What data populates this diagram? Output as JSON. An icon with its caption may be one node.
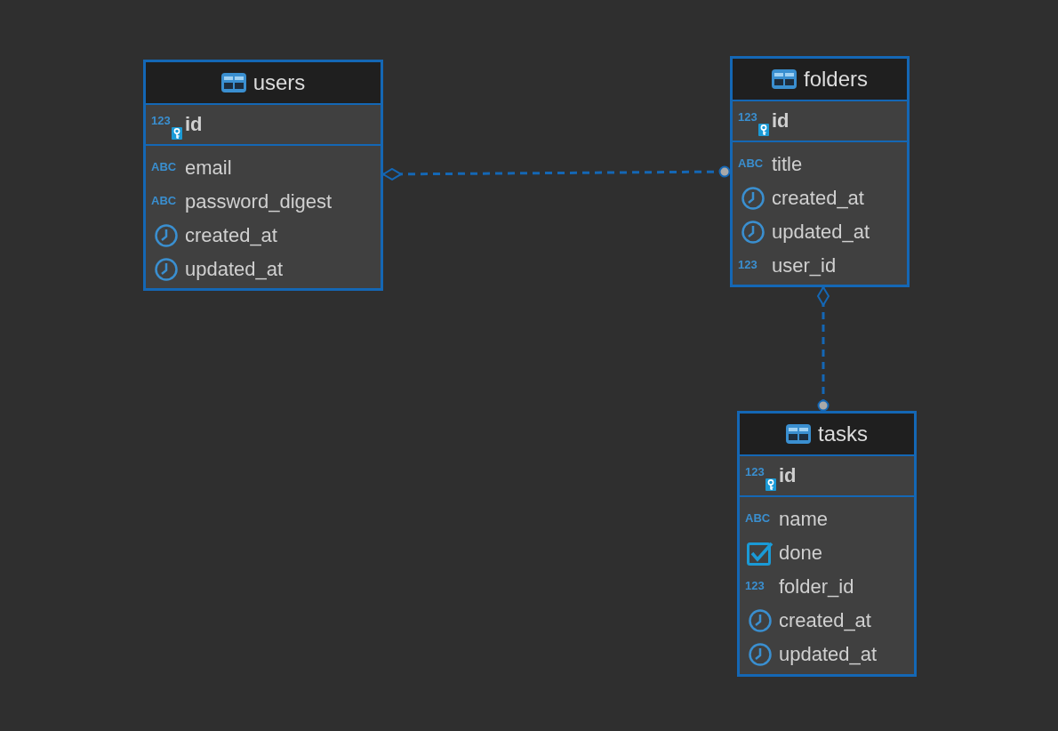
{
  "diagram": {
    "nodes": [
      {
        "text": [
          "users"
        ]
      },
      {
        "text": [
          "123",
          "id"
        ],
        "in": 0
      },
      {
        "text": [
          "ABC",
          "email"
        ],
        "in": 0
      },
      {
        "text": [
          "ABC",
          "password_digest"
        ],
        "in": 0
      },
      {
        "text": [
          "created_at"
        ],
        "in": 0
      },
      {
        "text": [
          "updated_at"
        ],
        "in": 0
      },
      {
        "text": [
          "folders"
        ]
      },
      {
        "text": [
          "123",
          "id"
        ],
        "in": 6
      },
      {
        "text": [
          "ABC",
          "title"
        ],
        "in": 6
      },
      {
        "text": [
          "created_at"
        ],
        "in": 6
      },
      {
        "text": [
          "updated_at"
        ],
        "in": 6
      },
      {
        "text": [
          "123",
          "user_id"
        ],
        "in": 6
      },
      {
        "text": [
          "tasks"
        ]
      },
      {
        "text": [
          "123",
          "id"
        ],
        "in": 12
      },
      {
        "text": [
          "ABC",
          "name"
        ],
        "in": 12
      },
      {
        "text": [
          "done"
        ],
        "in": 12
      },
      {
        "text": [
          "123",
          "folder_id"
        ],
        "in": 12
      },
      {
        "text": [
          "created_at"
        ],
        "in": 12
      },
      {
        "text": [
          "updated_at"
        ],
        "in": 12
      }
    ],
    "edges": [
      {
        "from": 0,
        "to": 6,
        "arrow": "other",
        "style": "dashed"
      },
      {
        "from": 6,
        "to": 12,
        "arrow": "other",
        "style": "dashed"
      }
    ]
  }
}
